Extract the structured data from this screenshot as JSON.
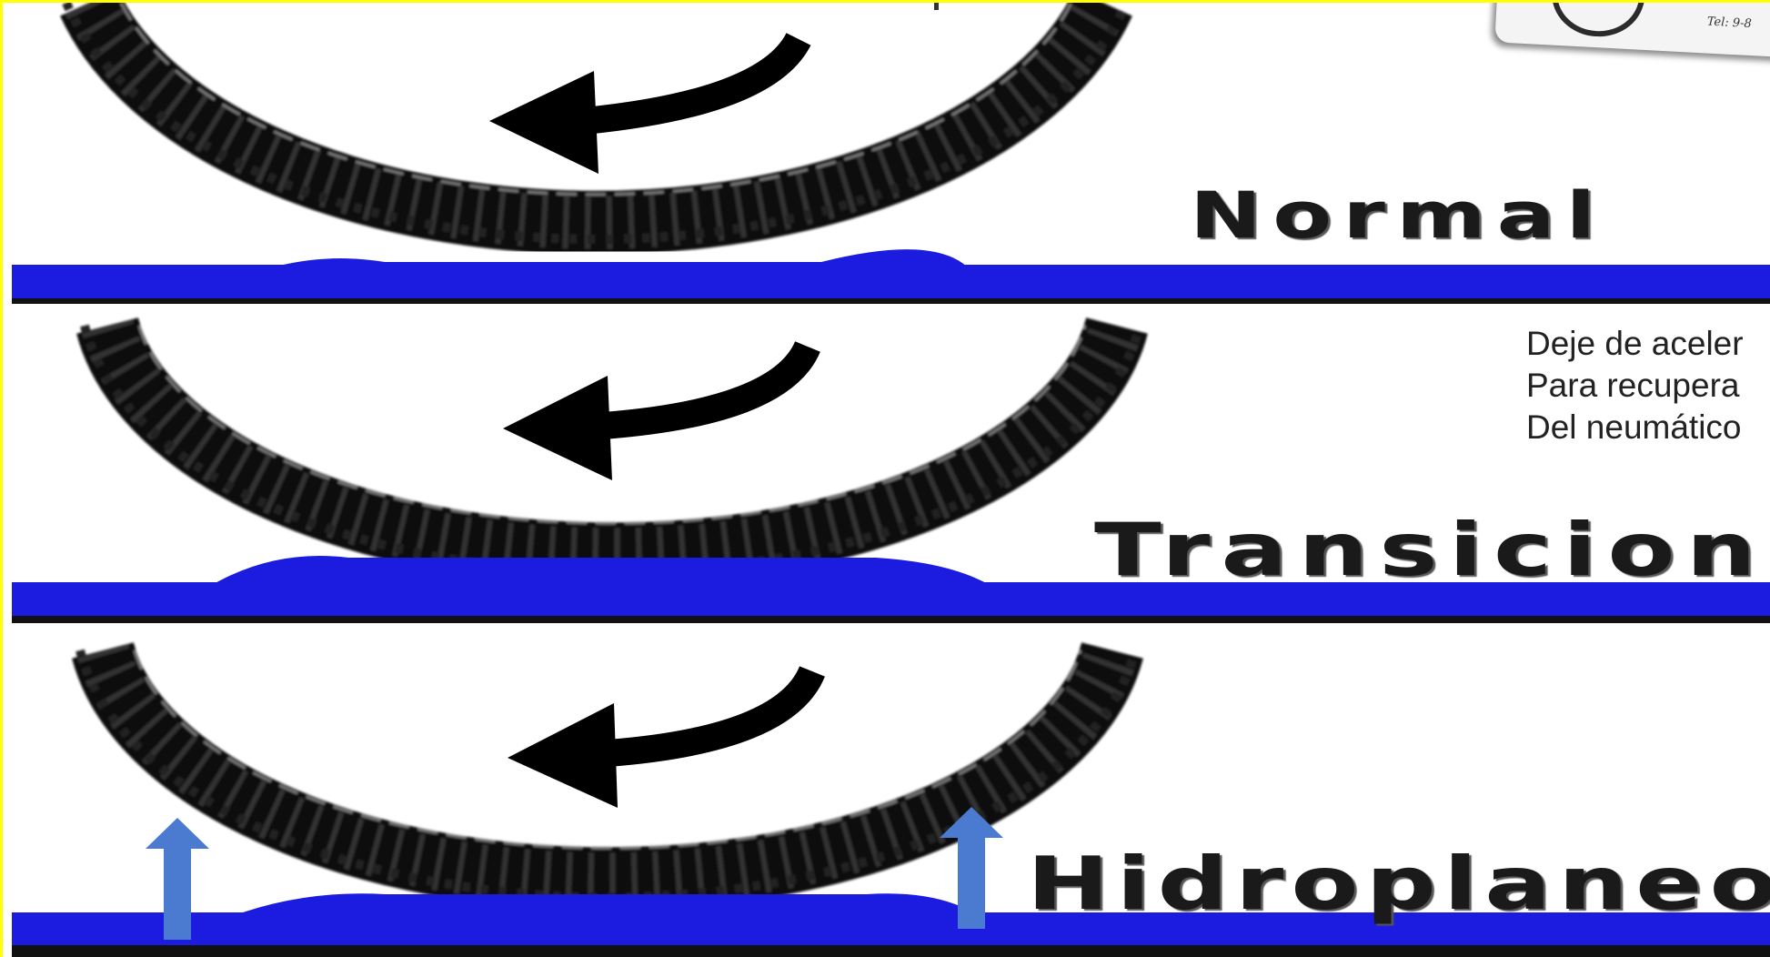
{
  "stages": [
    {
      "label": "Normal"
    },
    {
      "label": "Transicion"
    },
    {
      "label": "Hidroplaneo"
    }
  ],
  "note": {
    "lines": [
      "Deje de aceler",
      "Para recupera",
      "Del neumático"
    ]
  },
  "logo": {
    "text": "Tel: 9-8"
  },
  "colors": {
    "frame": "#ffff00",
    "water": "#1c1ce0",
    "tire": "#111111",
    "arrow": "#4a7bd0"
  }
}
